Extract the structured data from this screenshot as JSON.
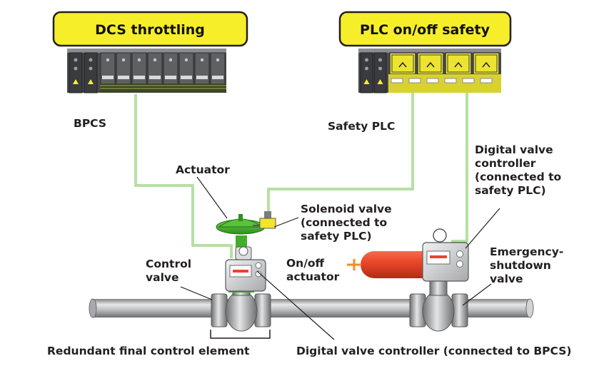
{
  "titles": {
    "dcs": "DCS throttling",
    "plc": "PLC on/off safety"
  },
  "labels": {
    "bpcs": "BPCS",
    "safety_plc": "Safety PLC",
    "actuator": "Actuator",
    "solenoid": [
      "Solenoid valve",
      "(connected to",
      "safety PLC)"
    ],
    "dvc_safety": [
      "Digital valve",
      "controller",
      "(connected to",
      "safety PLC)"
    ],
    "control_valve": [
      "Control",
      "valve"
    ],
    "onoff_actuator": [
      "On/off",
      "actuator"
    ],
    "esd_valve": [
      "Emergency-",
      "shutdown",
      "valve"
    ],
    "redundant": "Redundant final control element",
    "dvc_bpcs": "Digital valve controller (connected to BPCS)"
  },
  "colors": {
    "title_fill": "#f7ee2a",
    "signal_line": "#6cc04a",
    "rack_dark": "#5c5d60",
    "plc_card": "#e8e233",
    "actuator_green": "#3fae2a",
    "onoff_red": "#e8452c",
    "pipe": "#b9bbbe"
  }
}
